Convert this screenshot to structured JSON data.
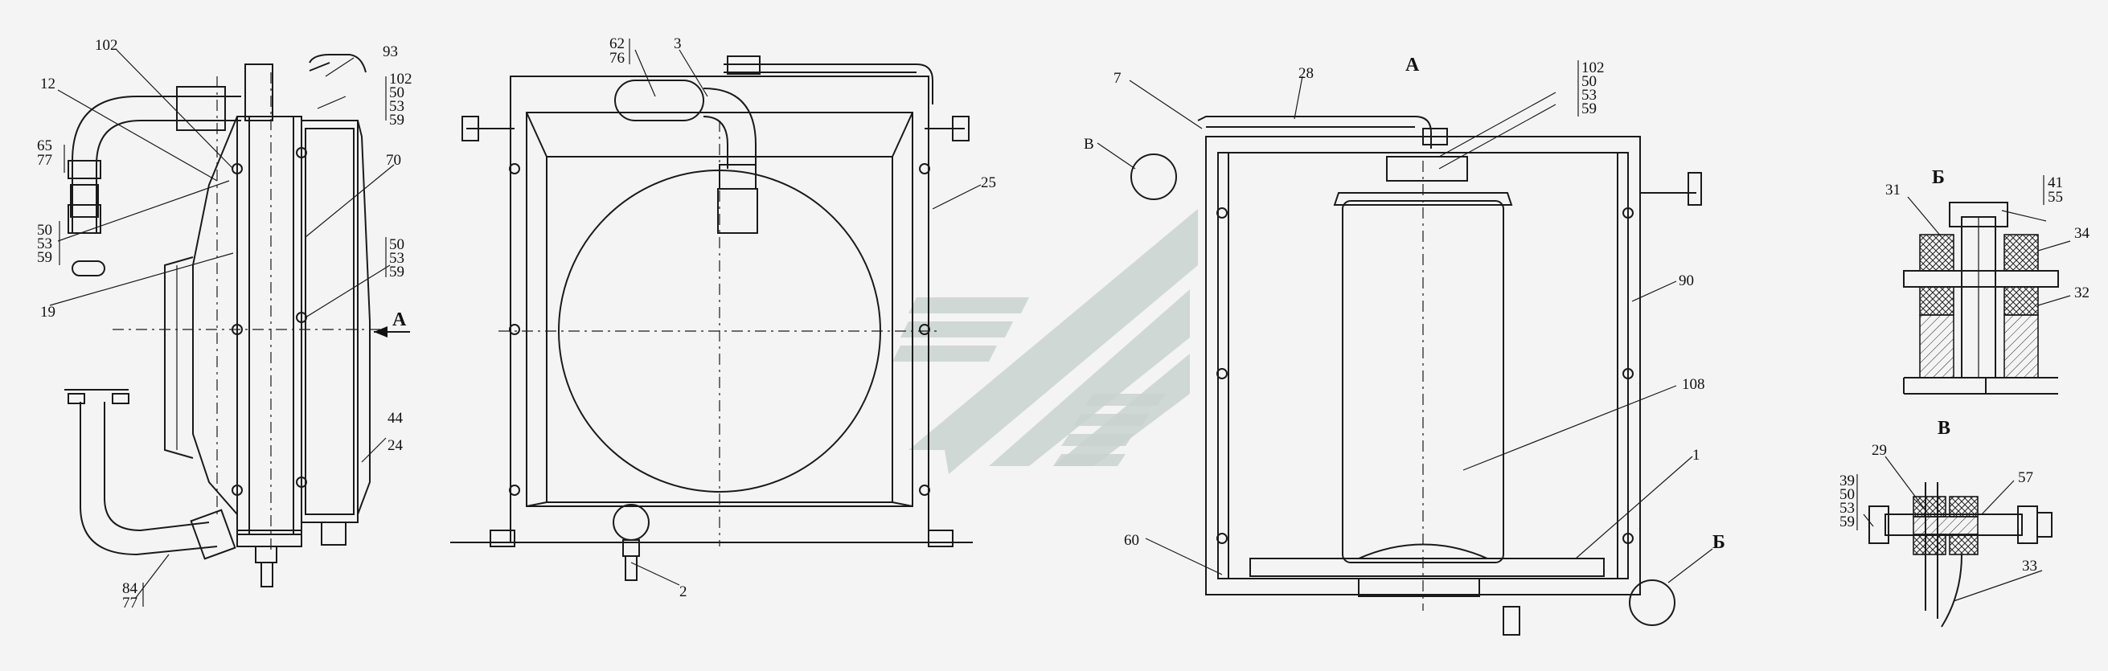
{
  "views": {
    "side": {
      "callouts": {
        "c102": "102",
        "c93": "93",
        "c12": "12",
        "c102b": "102",
        "c50a": "50",
        "c53a": "53",
        "c59a": "59",
        "c65": "65",
        "c77a": "77",
        "c70": "70",
        "c50b": "50",
        "c53b": "53",
        "c59b": "59",
        "c50c": "50",
        "c53c": "53",
        "c59c": "59",
        "c19": "19",
        "c44": "44",
        "c24": "24",
        "c84": "84",
        "c77b": "77"
      },
      "arrow_label": "A"
    },
    "front": {
      "callouts": {
        "c62": "62",
        "c76": "76",
        "c3": "3",
        "c25": "25",
        "c2": "2"
      }
    },
    "view_a": {
      "title": "A",
      "callouts": {
        "c28": "28",
        "c7": "7",
        "cB": "В",
        "c102": "102",
        "c50": "50",
        "c53": "53",
        "c59": "59",
        "c90": "90",
        "c108": "108",
        "c1": "1",
        "c60": "60",
        "cBeLabel": "Б"
      }
    },
    "detail_b": {
      "title": "Б",
      "callouts": {
        "c41": "41",
        "c55": "55",
        "c31": "31",
        "c34": "34",
        "c32": "32"
      }
    },
    "detail_v": {
      "title": "В",
      "callouts": {
        "c29": "29",
        "c57": "57",
        "c39": "39",
        "c50": "50",
        "c53": "53",
        "c59": "59",
        "c33": "33"
      }
    }
  }
}
